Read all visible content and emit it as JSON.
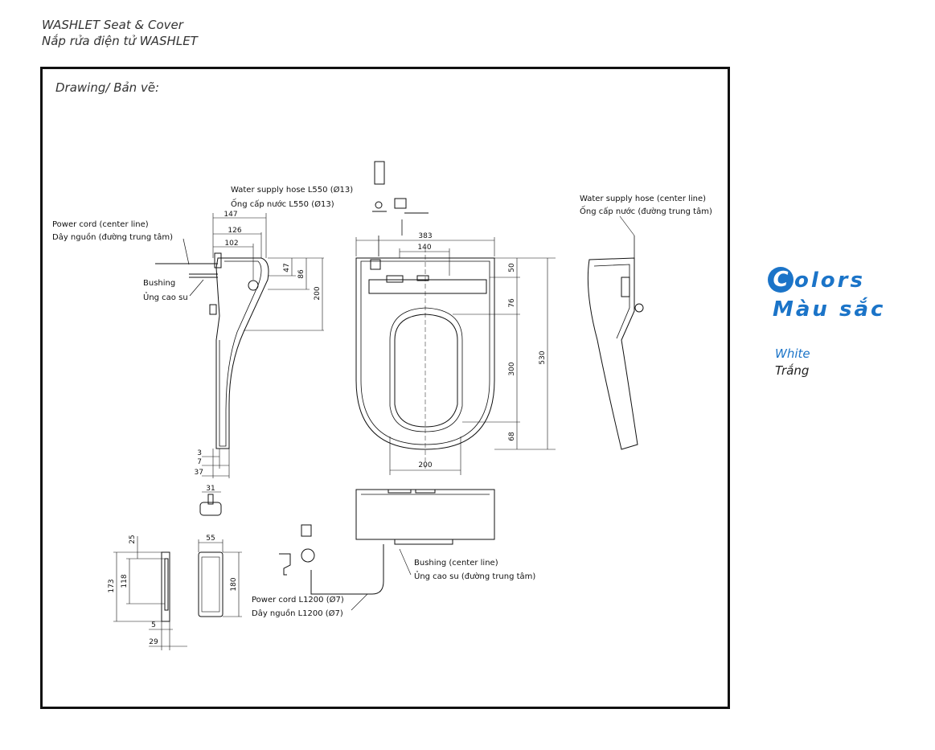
{
  "header": {
    "title_en": "WASHLET Seat & Cover",
    "title_vi": "Nắp rửa điện tử WASHLET"
  },
  "drawing": {
    "label": "Drawing/ Bản vẽ:",
    "callouts": {
      "water_hose_en": "Water supply hose L550 (Ø13)",
      "water_hose_vi": "Ống cấp nước L550 (Ø13)",
      "power_center_en": "Power cord (center line)",
      "power_center_vi": "Dây nguồn (đường trung tâm)",
      "bushing_en": "Bushing",
      "bushing_vi": "Ủng cao su",
      "hose_center_en": "Water supply hose (center line)",
      "hose_center_vi": "Ống cấp nước (đường trung tâm)",
      "bushing_center_en": "Bushing (center line)",
      "bushing_center_vi": "Ủng cao su (đường trung tâm)",
      "power_cord_en": "Power cord L1200 (Ø7)",
      "power_cord_vi": "Dây nguồn L1200 (Ø7)"
    },
    "dims": {
      "d147": "147",
      "d126": "126",
      "d102": "102",
      "d47": "47",
      "d86": "86",
      "d200v": "200",
      "d3": "3",
      "d7": "7",
      "d37": "37",
      "d31": "31",
      "d383": "383",
      "d140": "140",
      "d50": "50",
      "d76": "76",
      "d300": "300",
      "d530": "530",
      "d68": "68",
      "d200h": "200",
      "d25": "25",
      "d173": "173",
      "d118": "118",
      "d5": "5",
      "d29": "29",
      "d55": "55",
      "d180": "180"
    }
  },
  "colors": {
    "heading_initial": "C",
    "heading_rest": "olors",
    "heading_vi": "Màu sắc",
    "accent": "#1b74c8",
    "items": [
      {
        "name_en": "White",
        "name_vi": "Trắng"
      }
    ]
  }
}
